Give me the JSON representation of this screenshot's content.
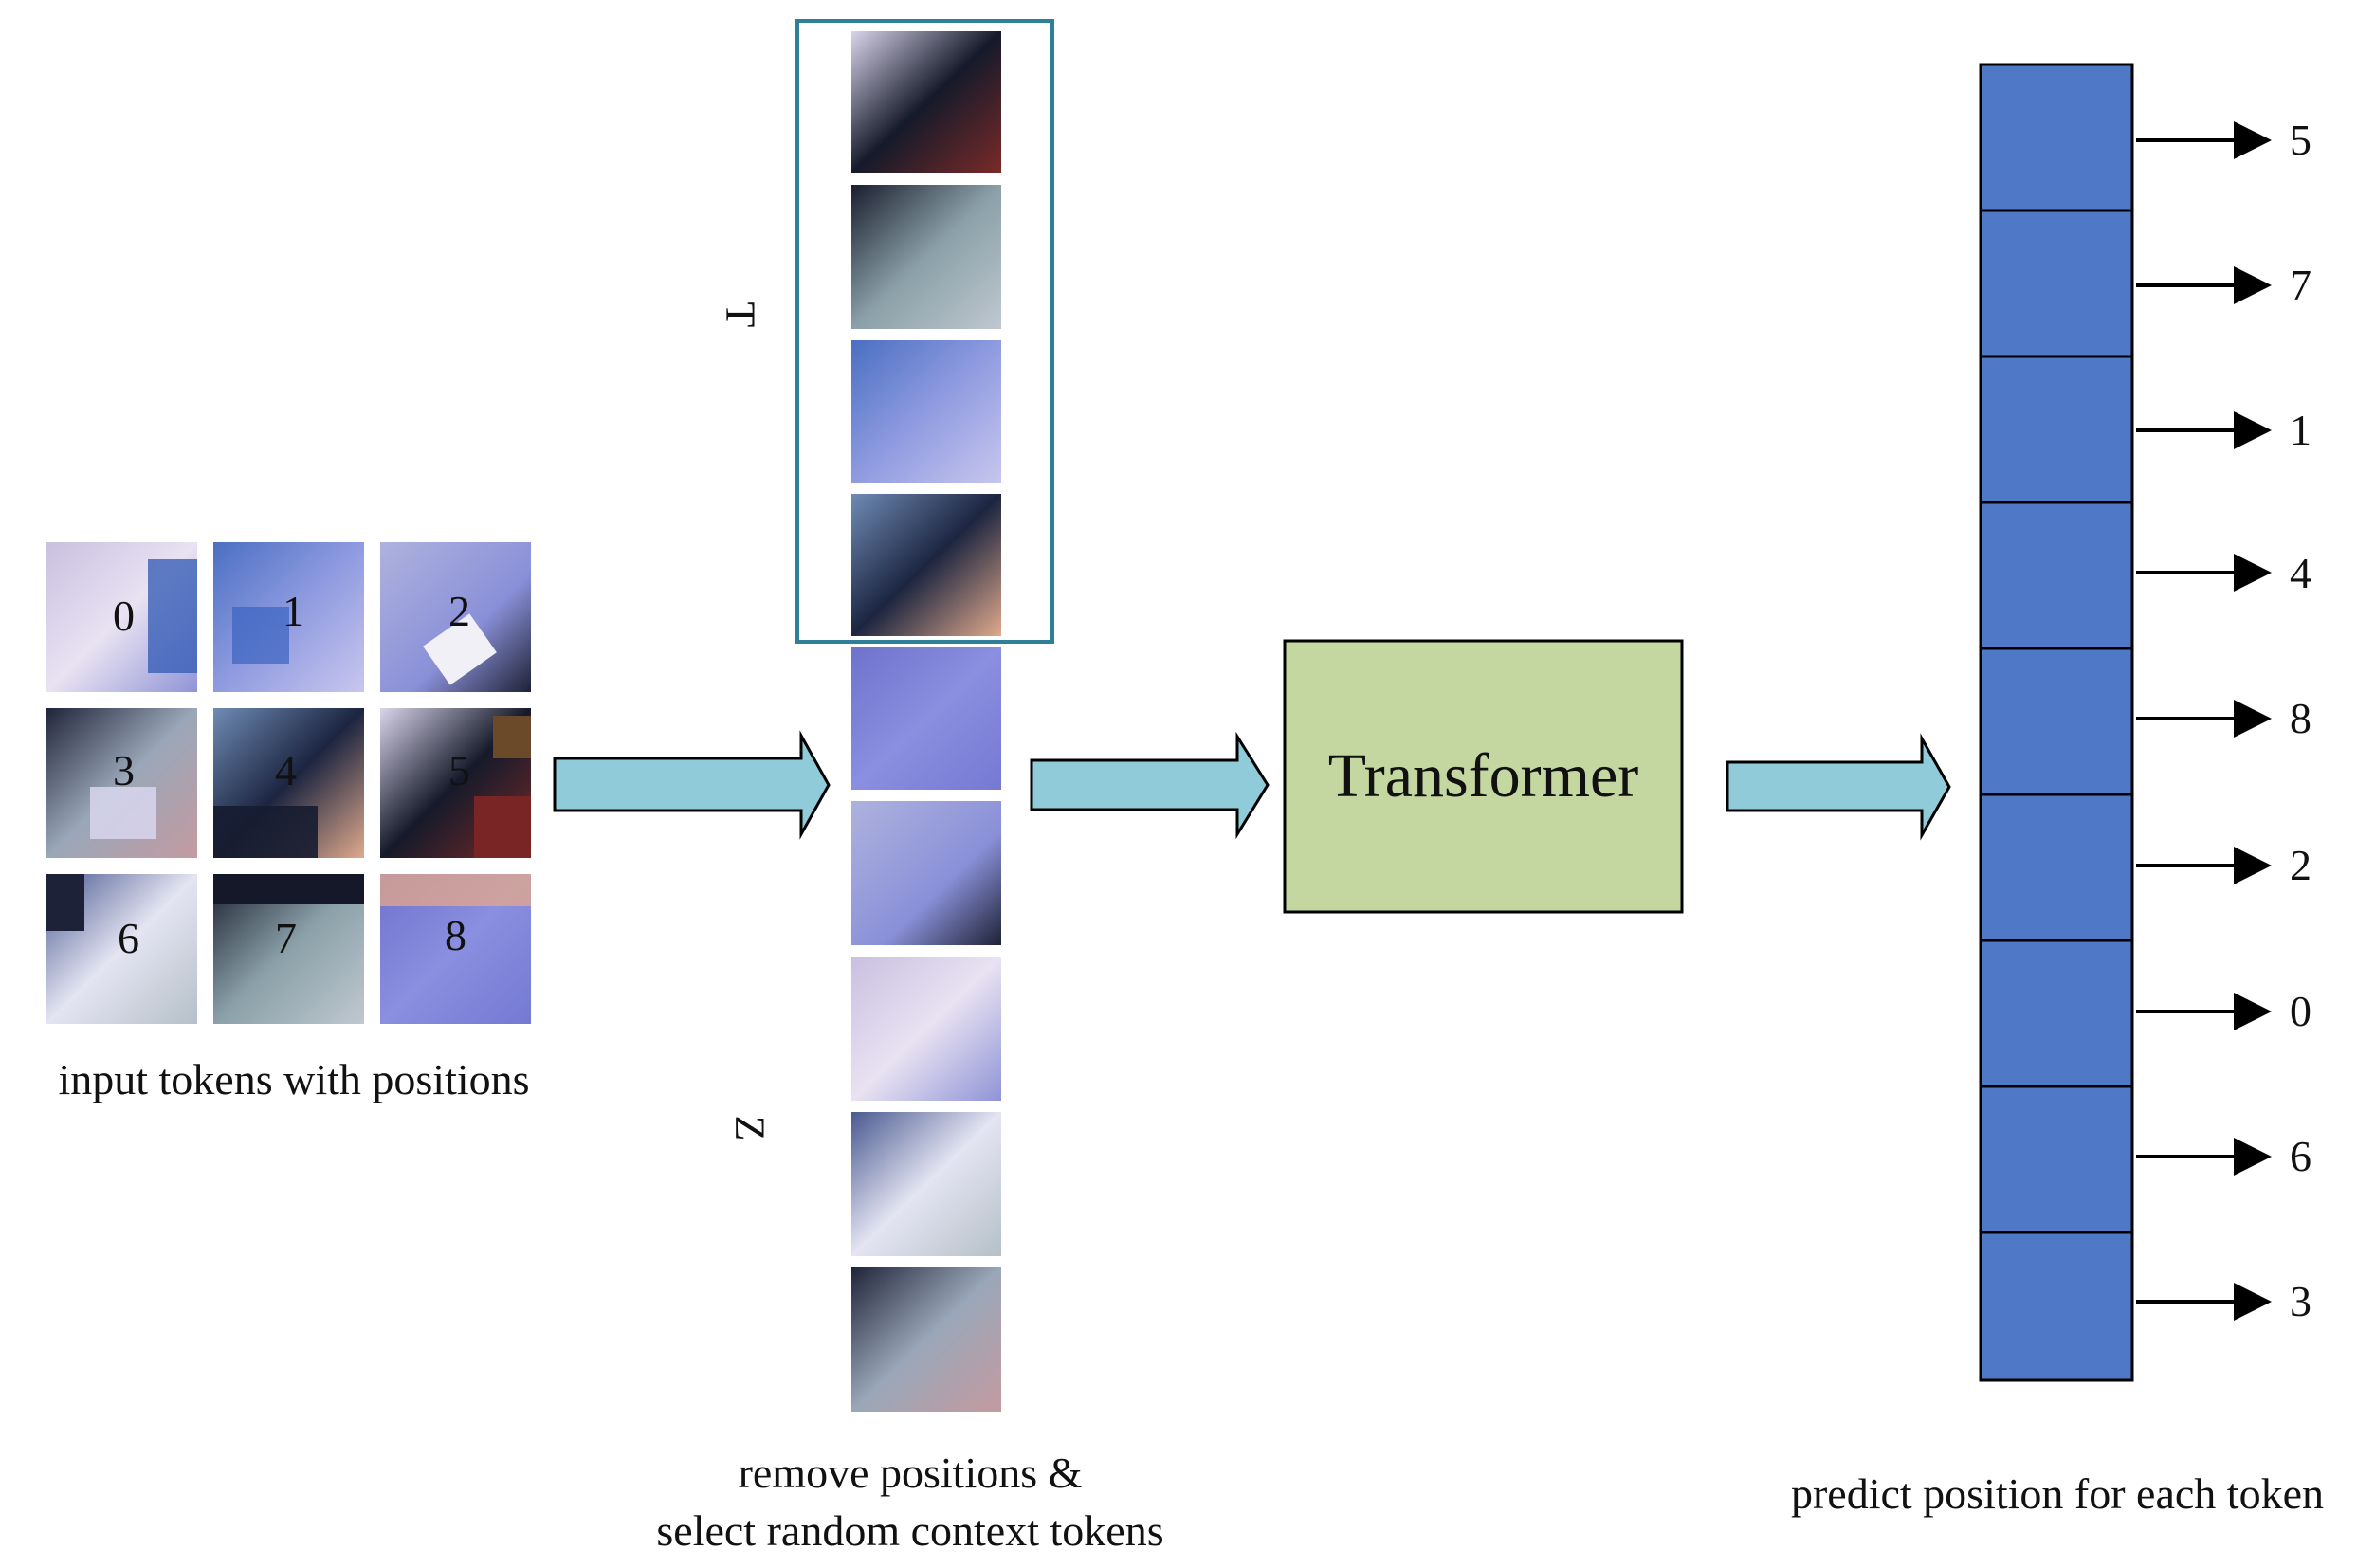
{
  "input_grid": {
    "caption": "input tokens with positions",
    "tokens": [
      "0",
      "1",
      "2",
      "3",
      "4",
      "5",
      "6",
      "7",
      "8"
    ]
  },
  "context_column": {
    "caption_line1": "remove positions &",
    "caption_line2": "select random context tokens",
    "label_top": "T",
    "label_bottom": "Z",
    "highlight_color": "#2e7f97"
  },
  "transformer": {
    "label": "Transformer",
    "fill": "#c4d7a0"
  },
  "prediction": {
    "caption": "predict position for each token",
    "outputs": [
      "5",
      "7",
      "1",
      "4",
      "8",
      "2",
      "0",
      "6",
      "3"
    ],
    "cell_fill": "#4f79c6"
  },
  "arrow_fill": "#8fcbd8"
}
